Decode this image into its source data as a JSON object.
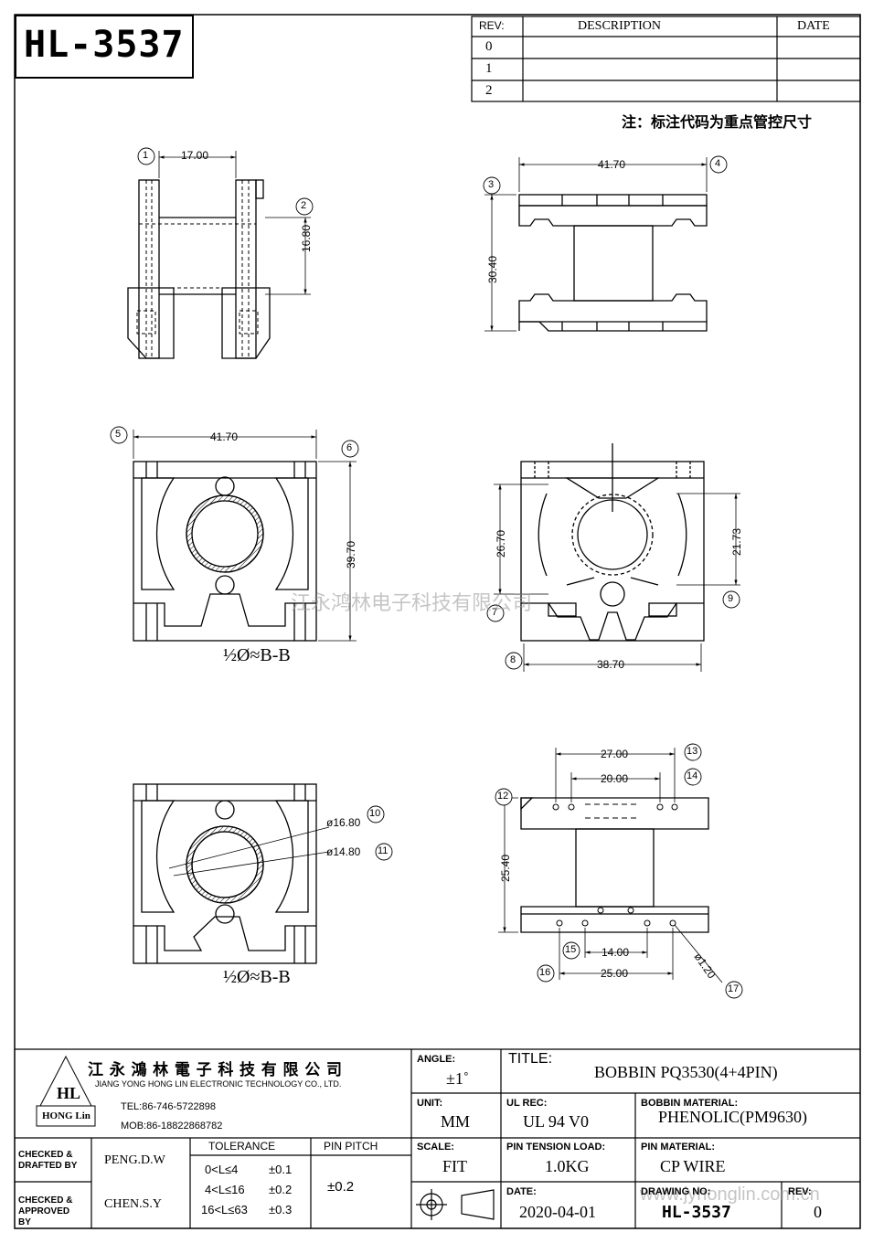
{
  "part_number": "HL-3537",
  "revision_table": {
    "headers": {
      "rev": "REV:",
      "description": "DESCRIPTION",
      "date": "DATE"
    },
    "rows": [
      "0",
      "1",
      "2"
    ]
  },
  "note": "注：标注代码为重点管控尺寸",
  "views": {
    "top_left": {
      "width": "17.00",
      "height": "16.80",
      "markers": [
        "1",
        "2"
      ]
    },
    "top_right": {
      "width": "41.70",
      "height": "30.40",
      "markers": [
        "3",
        "4"
      ]
    },
    "section_a": {
      "width": "41.70",
      "height": "39.70",
      "caption": "½Ø≈B-B",
      "markers": [
        "5",
        "6"
      ]
    },
    "section_b": {
      "height_left": "26.70",
      "height_right": "21.73",
      "width": "38.70",
      "markers": [
        "7",
        "8",
        "9"
      ]
    },
    "section_c": {
      "dia_outer": "ø16.80",
      "dia_inner": "ø14.80",
      "caption": "½Ø≈B-B",
      "markers": [
        "10",
        "11"
      ]
    },
    "bottom_view": {
      "pin_span_top_outer": "27.00",
      "pin_span_top_inner": "20.00",
      "height": "25.40",
      "pin_span_bottom_inner": "14.00",
      "pin_span_bottom_outer": "25.00",
      "pin_dia": "ø1.20",
      "markers": [
        "12",
        "13",
        "14",
        "15",
        "16",
        "17"
      ]
    }
  },
  "watermark_top": "江永鸿林电子科技有限公司",
  "watermark_bottom": "www.jyhonglin.com.cn",
  "title_block": {
    "company_cn": "江 永 鴻 林 電 子 科 技 有 限 公 司",
    "company_en": "JIANG YONG HONG LIN ELECTRONIC TECHNOLOGY CO., LTD.",
    "logo_letters": "HL",
    "logo_text": "HONG Lin",
    "tel": "TEL:86-746-5722898",
    "mob": "MOB:86-18822868782",
    "angle_label": "ANGLE:",
    "angle_value": "±1˚",
    "title_label": "TITLE:",
    "title_value": "BOBBIN  PQ3530(4+4PIN)",
    "unit_label": "UNIT:",
    "unit_value": "MM",
    "ul_label": "UL REC:",
    "ul_value": "UL 94 V0",
    "bobbin_material_label": "BOBBIN MATERIAL:",
    "bobbin_material_value": "PHENOLIC(PM9630)",
    "checked_drafted_label": "CHECKED & DRAFTED BY",
    "checked_drafted_value": "PENG.D.W",
    "tolerance_label": "TOLERANCE",
    "tolerance_rows": [
      {
        "range": "0<L≤4",
        "value": "±0.1"
      },
      {
        "range": "4<L≤16",
        "value": "±0.2"
      },
      {
        "range": "16<L≤63",
        "value": "±0.3"
      }
    ],
    "pin_pitch_label": "PIN PITCH",
    "pin_pitch_value": "±0.2",
    "scale_label": "SCALE:",
    "scale_value": "FIT",
    "pin_tension_label": "PIN TENSION LOAD:",
    "pin_tension_value": "1.0KG",
    "pin_material_label": "PIN MATERIAL:",
    "pin_material_value": "CP WIRE",
    "checked_approved_label": "CHECKED & APPROVED BY",
    "checked_approved_value": "CHEN.S.Y",
    "date_label": "DATE:",
    "date_value": "2020-04-01",
    "drawing_no_label": "DRAWING NO:",
    "drawing_no_value": "HL-3537",
    "rev_label": "REV:",
    "rev_value": "0"
  }
}
